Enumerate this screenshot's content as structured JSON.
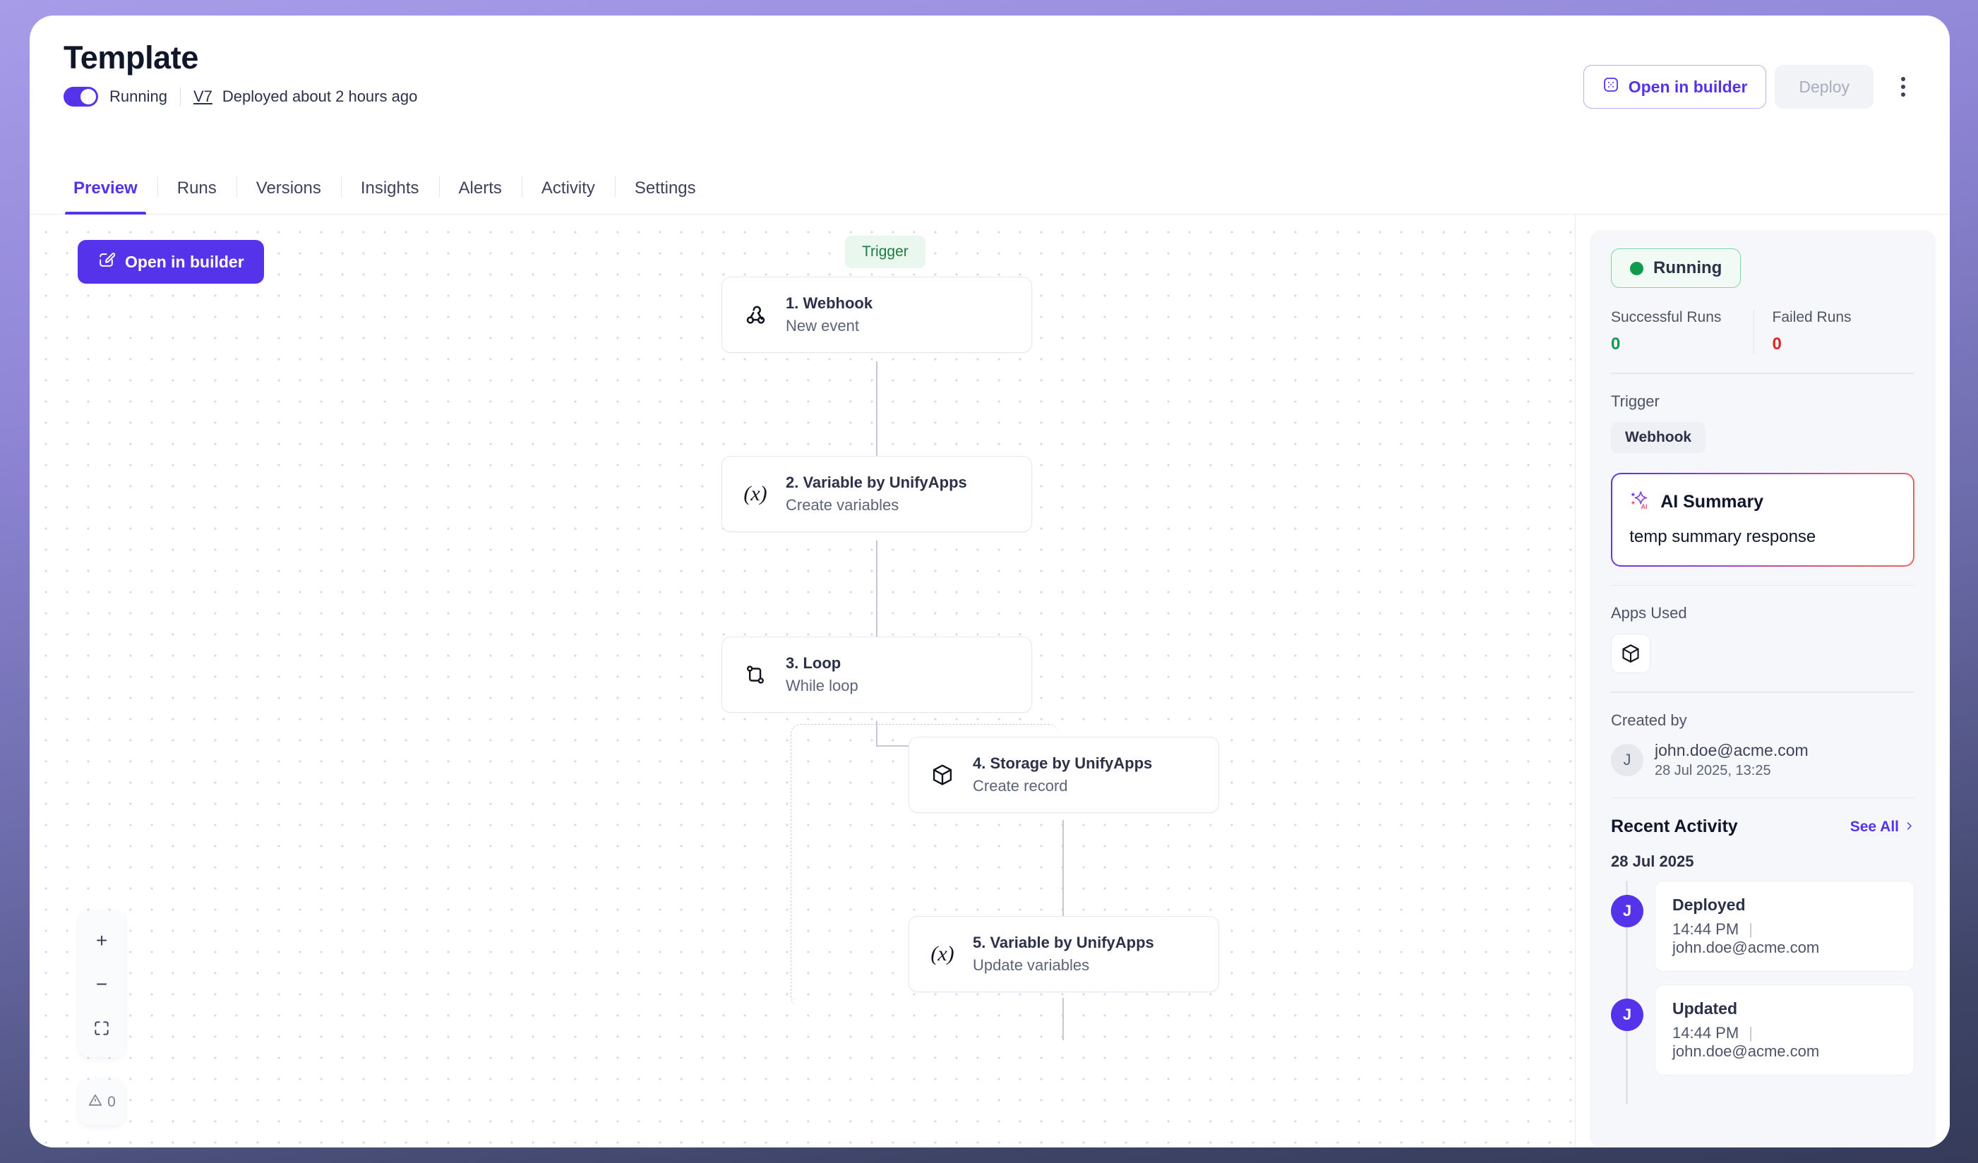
{
  "header": {
    "title": "Template",
    "toggle_state": "on",
    "running_label": "Running",
    "version": "V7",
    "deployed_text": "Deployed about 2 hours ago",
    "open_in_builder": "Open in builder",
    "deploy": "Deploy"
  },
  "tabs": [
    {
      "label": "Preview",
      "active": true
    },
    {
      "label": "Runs",
      "active": false
    },
    {
      "label": "Versions",
      "active": false
    },
    {
      "label": "Insights",
      "active": false
    },
    {
      "label": "Alerts",
      "active": false
    },
    {
      "label": "Activity",
      "active": false
    },
    {
      "label": "Settings",
      "active": false
    }
  ],
  "canvas": {
    "open_in_builder": "Open in builder",
    "trigger_badge": "Trigger",
    "nodes": [
      {
        "title": "1. Webhook",
        "sub": "New event",
        "icon": "webhook-icon"
      },
      {
        "title": "2. Variable by UnifyApps",
        "sub": "Create variables",
        "icon": "variable-icon"
      },
      {
        "title": "3. Loop",
        "sub": "While loop",
        "icon": "loop-icon"
      },
      {
        "title": "4. Storage by UnifyApps",
        "sub": "Create record",
        "icon": "box-icon"
      },
      {
        "title": "5. Variable by UnifyApps",
        "sub": "Update variables",
        "icon": "variable-icon"
      }
    ],
    "controls": {
      "zoom_in": "+",
      "zoom_out": "−",
      "fit_view": "fit-screen-icon",
      "warning_count": "0"
    }
  },
  "sidebar": {
    "status": "Running",
    "stats": [
      {
        "label": "Successful Runs",
        "value": "0",
        "tone": "green"
      },
      {
        "label": "Failed Runs",
        "value": "0",
        "tone": "red"
      }
    ],
    "trigger_label": "Trigger",
    "trigger_value": "Webhook",
    "ai_summary": {
      "title": "AI Summary",
      "text": "temp summary response"
    },
    "apps_used_label": "Apps Used",
    "created_by_label": "Created by",
    "created_by": {
      "initial": "J",
      "email": "john.doe@acme.com",
      "date": "28 Jul 2025, 13:25"
    },
    "recent_activity": {
      "title": "Recent Activity",
      "see_all": "See All",
      "date_group": "28 Jul 2025",
      "items": [
        {
          "initial": "J",
          "name": "Deployed",
          "time": "14:44 PM",
          "user": "john.doe@acme.com"
        },
        {
          "initial": "J",
          "name": "Updated",
          "time": "14:44 PM",
          "user": "john.doe@acme.com"
        }
      ]
    }
  },
  "colors": {
    "accent": "#5433eb",
    "success": "#0f9b4e",
    "danger": "#e02424",
    "frame_top": "#a79ce8",
    "frame_bottom": "#353b59"
  }
}
